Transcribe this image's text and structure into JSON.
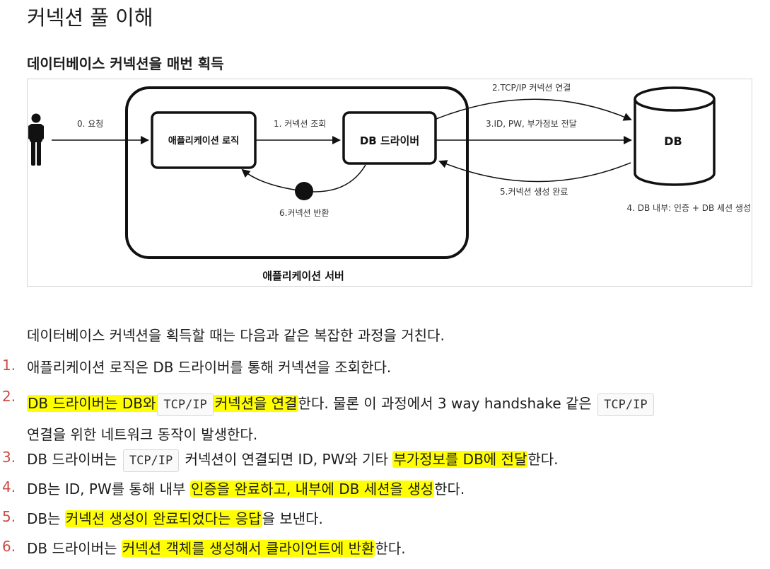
{
  "page": {
    "title": "커넥션 풀 이해",
    "section_heading": "데이터베이스 커넥션을 매번 획득"
  },
  "diagram": {
    "request_label": "0. 요청",
    "app_logic": "애플리케이션 로직",
    "lookup_label": "1. 커넥션 조회",
    "db_driver": "DB 드라이버",
    "tcp_label": "2.TCP/IP 커넥션 연결",
    "send_label": "3.ID, PW, 부가정보 전달",
    "db": "DB",
    "complete_label": "5.커넥션 생성 완료",
    "internal_label": "4. DB 내부: 인증 + DB 세션 생성",
    "return_label": "6.커넥션 반환",
    "server_label": "애플리케이션 서버"
  },
  "body": {
    "intro": "데이터베이스 커넥션을 획득할 때는 다음과 같은 복잡한 과정을 거친다.",
    "steps": [
      {
        "num": "1.",
        "t1": "애플리케이션 로직은 DB 드라이버를 통해 커넥션을 조회한다."
      },
      {
        "num": "2.",
        "h1": "DB 드라이버는 DB와",
        "c1": "TCP/IP",
        "h2": "커넥션을 연결",
        "t1": "한다. 물론 이 과정에서 3 way handshake 같은",
        "c2": "TCP/IP",
        "t2": "연결을 위한 네트워크 동작이 발생한다."
      },
      {
        "num": "3.",
        "t1": "DB 드라이버는",
        "c1": "TCP/IP",
        "t2": "커넥션이 연결되면 ID, PW와 기타",
        "h1": "부가정보를 DB에 전달",
        "t3": "한다."
      },
      {
        "num": "4.",
        "t1": "DB는 ID, PW를 통해 내부",
        "h1": "인증을 완료하고, 내부에 DB 세션을 생성",
        "t2": "한다."
      },
      {
        "num": "5.",
        "t1": "DB는",
        "h1": "커넥션 생성이 완료되었다는 응답",
        "t2": "을 보낸다."
      },
      {
        "num": "6.",
        "t1": "DB 드라이버는",
        "h1": "커넥션 객체를 생성해서 클라이언트에 반환",
        "t2": "한다."
      }
    ]
  }
}
